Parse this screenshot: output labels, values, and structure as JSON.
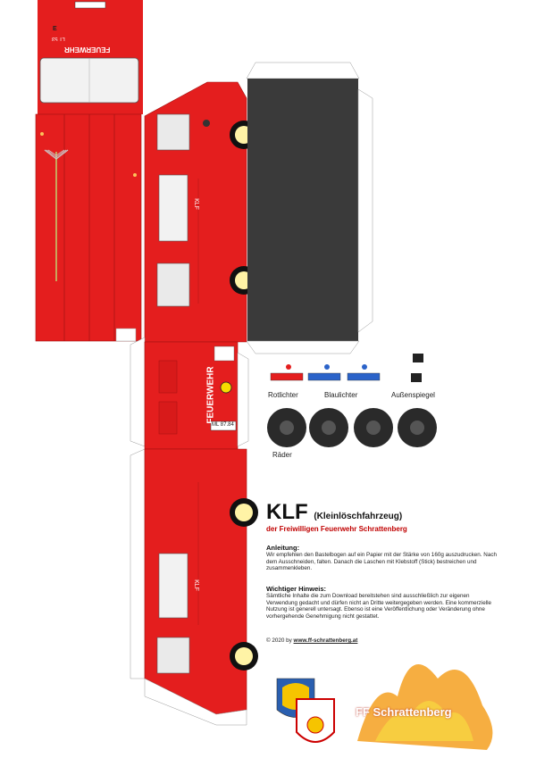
{
  "cab": {
    "label_feuerwehr": "FEUERWEHR",
    "plate": "LT 53",
    "badge": "E"
  },
  "side": {
    "klf_label": "KLF",
    "feuerwehr_label": "FEUERWEHR",
    "small_plate": "ML 87.84"
  },
  "parts": {
    "rotlichter": "Rotlichter",
    "blaulichter": "Blaulichter",
    "aussenspiegel": "Außenspiegel",
    "raeder": "Räder"
  },
  "title": {
    "main": "KLF",
    "paren": "(Kleinlöschfahrzeug)",
    "subtitle": "der Freiwilligen Feuerwehr Schrattenberg"
  },
  "instructions": {
    "heading": "Anleitung:",
    "text": "Wir empfehlen den Bastelbogen auf ein Papier mit der Stärke von 160g auszudrucken. Nach dem Ausschneiden, falten. Danach die Laschen mit Klebstoff (Stick) bestreichen und zusammenkleben."
  },
  "notice": {
    "heading": "Wichtiger Hinweis:",
    "text": "Sämtliche Inhalte die zum Download bereitstehen sind ausschließlich zur eigenen Verwendung gedacht und dürfen nicht an Dritte weitergegeben werden. Eine kommerzielle Nutzung ist generell untersagt. Ebenso ist eine Veröffentlichung oder Veränderung ohne vorhergehende Genehmigung nicht gestattet."
  },
  "copyright": {
    "prefix": "© 2020 by ",
    "link": "www.ff-schrattenberg.at"
  },
  "logo": {
    "text": "FF Schrattenberg"
  },
  "colors": {
    "red": "#e41e1e",
    "dark_red": "#b81414",
    "grey_roof": "#3a3a3a"
  }
}
